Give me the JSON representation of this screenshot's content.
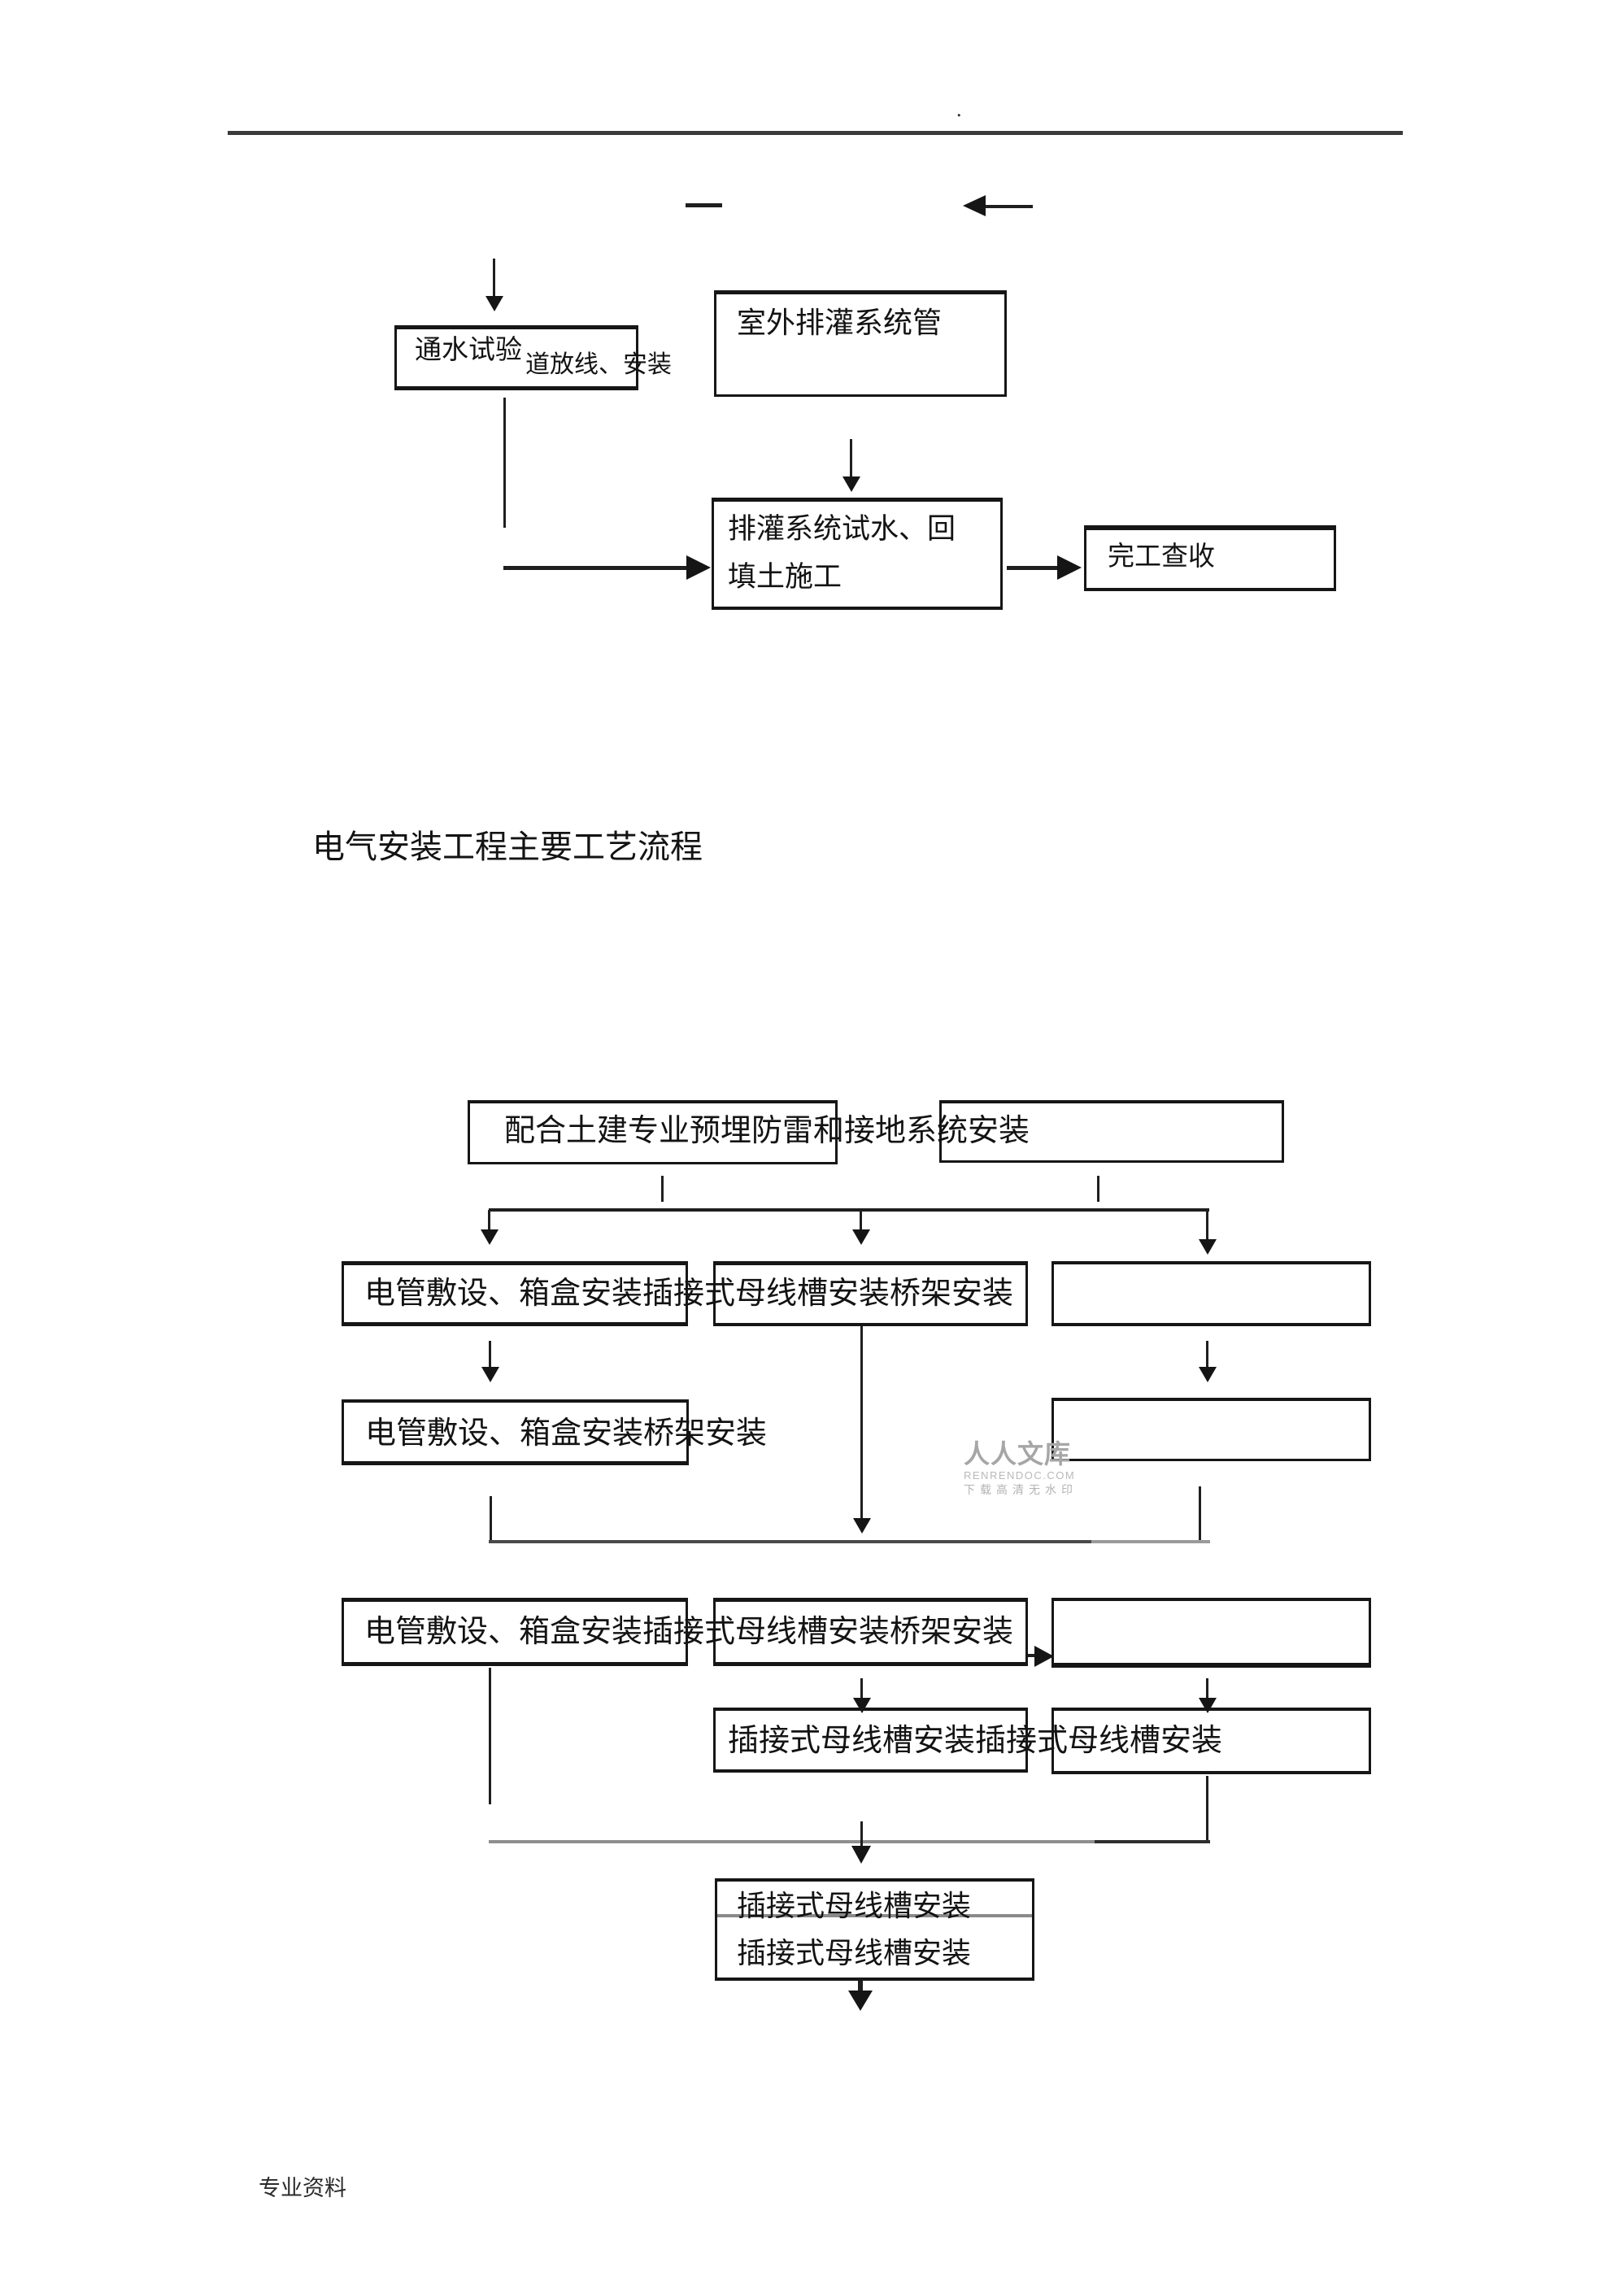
{
  "colors": {
    "ink": "#1f1f1f",
    "box_border": "#161616",
    "rule": "#3a3a3a",
    "merge_gray": "#8e8e8e",
    "watermark": "#ababab"
  },
  "top": {
    "dot": "."
  },
  "flowchart1": {
    "water_test": "通水试验",
    "pipe_layout": "道放线、安装",
    "outdoor_pipe": "室外排灌系统管",
    "drainage_line1": "排灌系统试水、回",
    "drainage_line2": "填土施工",
    "completion": "完工查收"
  },
  "heading": "电气安装工程主要工艺流程",
  "flowchart2": {
    "row1": "配合土建专业预埋防雷和接地系统安装",
    "row2": "电管敷设、箱盒安装插接式母线槽安装桥架安装",
    "row3": "电管敷设、箱盒安装桥架安装",
    "row4": "电管敷设、箱盒安装插接式母线槽安装桥架安装",
    "row5": "插接式母线槽安装插接式母线槽安装",
    "final1": "插接式母线槽安装",
    "final2": "插接式母线槽安装"
  },
  "watermark": {
    "title": "人人文库",
    "domain": "RENRENDOC.COM",
    "tagline": "下载高清无水印"
  },
  "footer": "专业资料"
}
